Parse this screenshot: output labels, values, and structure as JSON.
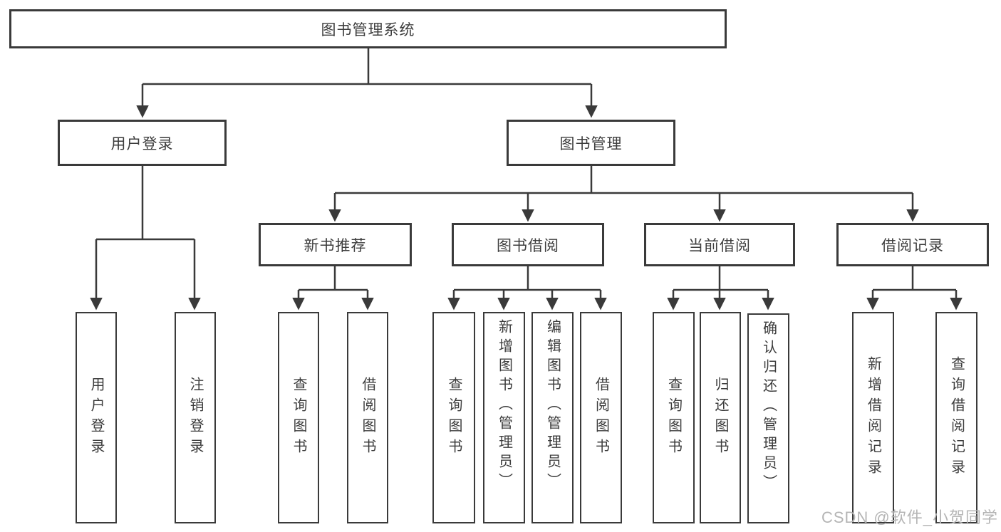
{
  "colors": {
    "line": "#3a3a3a",
    "box_background": "#ffffff",
    "text": "#3c3c3c",
    "watermark": "#b5b5b5"
  },
  "watermark": {
    "text": "CSDN @软件_小贺同学"
  },
  "tree": {
    "root": {
      "label": "图书管理系统"
    },
    "login": {
      "label": "用户登录",
      "children": [
        {
          "label": "用户登录"
        },
        {
          "label": "注销登录"
        }
      ]
    },
    "management": {
      "label": "图书管理",
      "groups": [
        {
          "label": "新书推荐",
          "children": [
            {
              "label": "查询图书"
            },
            {
              "label": "借阅图书"
            }
          ]
        },
        {
          "label": "图书借阅",
          "children": [
            {
              "label": "查询图书"
            },
            {
              "label": "新增图书（管理员）"
            },
            {
              "label": "编辑图书（管理员）"
            },
            {
              "label": "借阅图书"
            }
          ]
        },
        {
          "label": "当前借阅",
          "children": [
            {
              "label": "查询图书"
            },
            {
              "label": "归还图书"
            },
            {
              "label": "确认归还（管理员）"
            }
          ]
        },
        {
          "label": "借阅记录",
          "children": [
            {
              "label": "新增借阅记录"
            },
            {
              "label": "查询借阅记录"
            }
          ]
        }
      ]
    }
  }
}
